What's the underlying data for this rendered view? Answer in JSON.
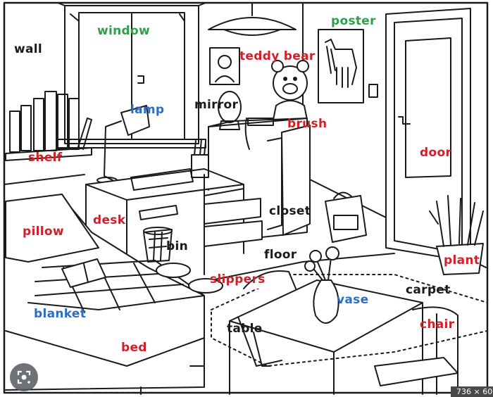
{
  "labels": {
    "wall": "wall",
    "window": "window",
    "poster": "poster",
    "teddy_bear": "teddy bear",
    "lamp": "lamp",
    "mirror": "mirror",
    "brush": "brush",
    "shelf": "shelf",
    "door": "door",
    "closet": "closet",
    "desk": "desk",
    "pillow": "pillow",
    "bin": "bin",
    "floor": "floor",
    "plant": "plant",
    "slippers": "slippers",
    "carpet": "carpet",
    "vase": "vase",
    "blanket": "blanket",
    "table": "table",
    "chair": "chair",
    "bed": "bed"
  },
  "overlay": {
    "lens_icon": "google-lens-icon",
    "dimension_badge": "736 × 60"
  },
  "colors": {
    "black": "#1a1a1a",
    "red": "#d0202a",
    "blue": "#2b6cc4",
    "green": "#2f9e4a"
  }
}
